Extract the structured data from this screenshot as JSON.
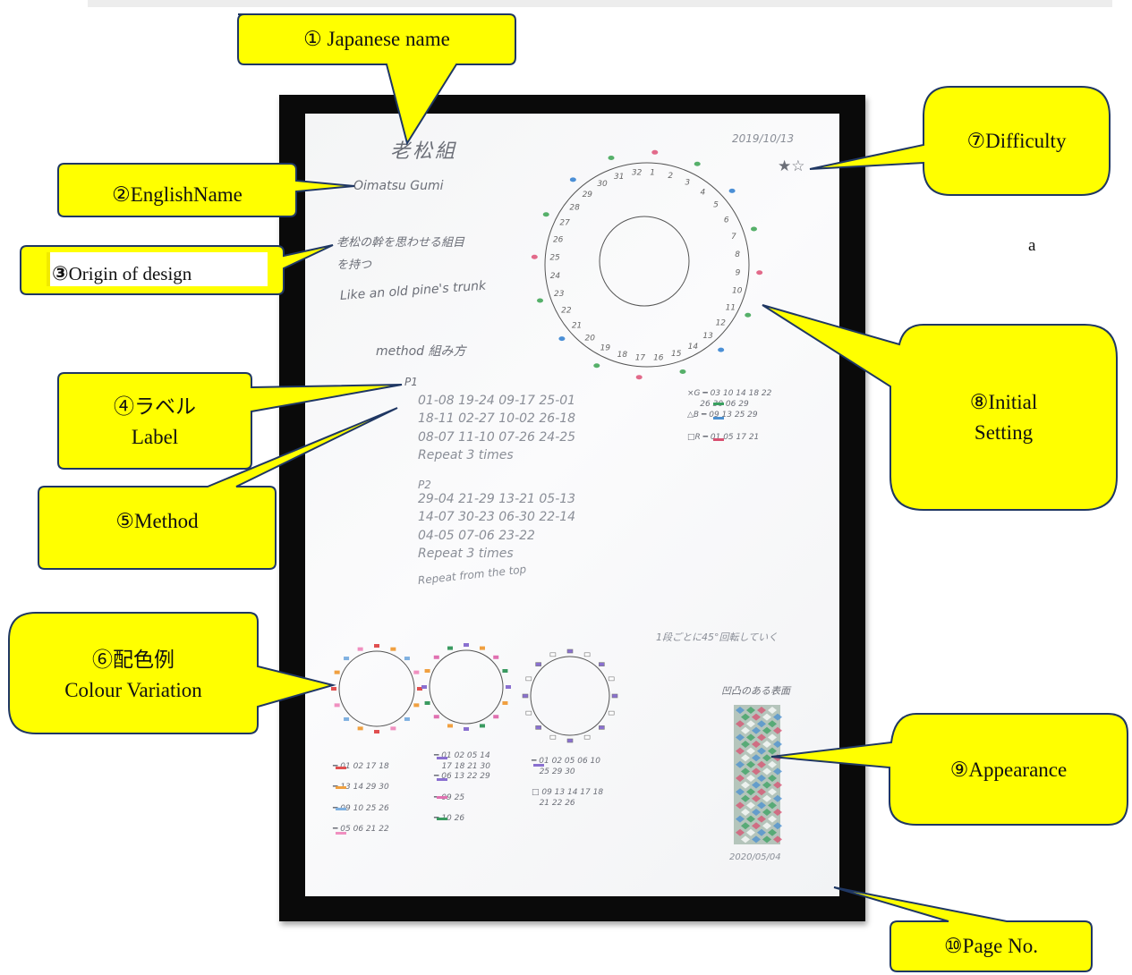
{
  "callouts": {
    "japanese_name": "① Japanese name",
    "english_name": "②EnglishName",
    "origin_num": "③",
    "origin_text": "Origin of design",
    "label_line1": "④ラベル",
    "label_line2": "Label",
    "method": "⑤Method",
    "colour_line1": "⑥配色例",
    "colour_line2": "Colour Variation",
    "difficulty": "⑦Difficulty",
    "initial_line1": "⑧Initial",
    "initial_line2": "Setting",
    "appearance": "⑨Appearance",
    "page_no": "⑩Page No."
  },
  "stray_text": "a",
  "sheet": {
    "title_kanji": "老松組",
    "date": "2019/10/13",
    "romaji": "Oimatsu Gumi",
    "stars": "★☆",
    "origin_jp": "老松の幹を思わせる組目\nを持つ",
    "origin_en": "Like an old pine's trunk",
    "method_heading": "method 組み方",
    "label_p1": "P1",
    "method_p1": "01-08 19-24 09-17 25-01\n18-11 02-27 10-02 26-18\n08-07 11-10 07-26 24-25\nRepeat 3 times",
    "label_p2": "P2",
    "method_p2": "29-04 21-29 13-21 05-13\n14-07 30-23 06-30 22-14\n04-05 07-06 23-22\nRepeat 3 times",
    "repeat_top": "Repeat from the top",
    "setting_legend": "×G ━ 03 10 14 18 22\n     26 30 06 29\n△B ━ 09 13 25 29\n\n□R ━ 01 05 17 21",
    "rotate_note": "1段ごとに45°回転していく",
    "surface_note": "凹凸のある表面",
    "variation_legend_1": "━ 01 02 17 18\n\n━ 13 14 29 30\n\n━ 09 10 25 26\n\n━ 05 06 21 22",
    "variation_legend_2": "━ 01 02 05 14\n   17 18 21 30\n━ 06 13 22 29\n\n━ 09 25\n\n━ 10 26",
    "variation_legend_3": "━ 01 02 05 06 10\n   25 29 30\n\n□ 09 13 14 17 18\n   21 22 26",
    "footer_date": "2020/05/04"
  },
  "colors": {
    "callout_fill": "#ffff00",
    "callout_stroke": "#1f3763",
    "frame": "#0a0a0a"
  }
}
